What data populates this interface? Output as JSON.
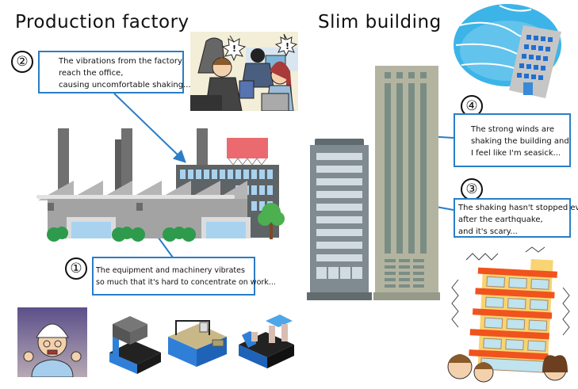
{
  "titles": {
    "left": "Production factory",
    "right": "Slim building"
  },
  "callouts": [
    {
      "number": "①",
      "lines": [
        "The equipment and machinery vibrates",
        "so much that it's hard to concentrate on work..."
      ]
    },
    {
      "number": "②",
      "lines": [
        "The vibrations from the factory",
        "reach the office,",
        "causing uncomfortable shaking..."
      ]
    },
    {
      "number": "③",
      "lines": [
        "The shaking hasn't stopped even",
        "after the earthquake,",
        "and it's scary..."
      ]
    },
    {
      "number": "④",
      "lines": [
        "The strong winds are",
        "shaking the building and",
        "I feel like I'm seasick..."
      ]
    }
  ],
  "colors": {
    "callout_border": "#2a7dc8",
    "arrow": "#2a7dc8",
    "factory_gray": "#a3a3a3",
    "billboard": "#ea6a6f",
    "tower_beige": "#b3b4a0",
    "tower_stripe": "#7a8d85",
    "office_gray": "#7f8b91",
    "wind_blue": "#3cb4e8",
    "apartment_orange": "#f0531d"
  }
}
